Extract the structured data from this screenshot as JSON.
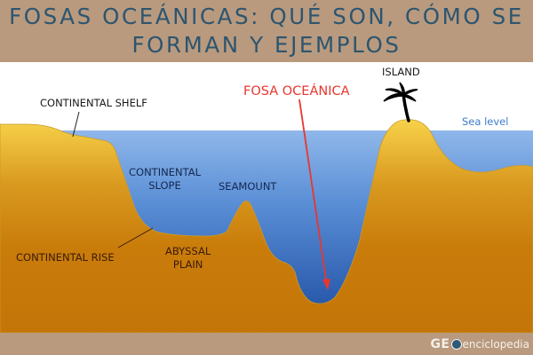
{
  "header": {
    "title_line1": "FOSAS OCEÁNICAS: QUÉ SON, CÓMO SE",
    "title_line2": "FORMAN Y EJEMPLOS"
  },
  "diagram": {
    "labels": {
      "continental_shelf": "CONTINENTAL SHELF",
      "continental_slope_1": "CONTINENTAL",
      "continental_slope_2": "SLOPE",
      "seamount": "SEAMOUNT",
      "continental_rise": "CONTINENTAL RISE",
      "abyssal_plain_1": "ABYSSAL",
      "abyssal_plain_2": "PLAIN",
      "fosa_oceanica": "FOSA OCEÁNICA",
      "island": "ISLAND",
      "sea_level": "Sea level"
    },
    "icons": {
      "palm_tree": "palm-tree-icon",
      "arrow": "arrow-down-icon"
    },
    "colors": {
      "land_top": "#f7d24a",
      "land_bottom": "#c47508",
      "sea_top": "#8fb7ea",
      "sea_bottom": "#1a4aa0",
      "title": "#2c5570",
      "banner": "#b99a7e",
      "trench_label": "#e8362f",
      "sea_level_label": "#3d7cc9"
    }
  },
  "footer": {
    "logo_bold": "GE",
    "logo_rest": "enciclopedia"
  }
}
